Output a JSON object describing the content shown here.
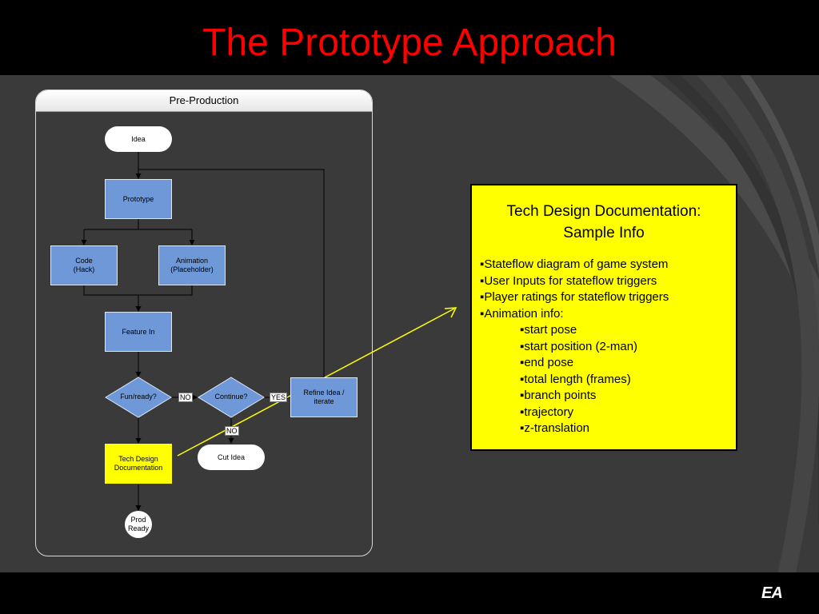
{
  "slide": {
    "title": "The Prototype Approach",
    "logo": "EA"
  },
  "swimlane": {
    "label": "Pre-Production"
  },
  "nodes": {
    "idea": "Idea",
    "prototype": "Prototype",
    "code": [
      "Code",
      "(Hack)"
    ],
    "animation": [
      "Animation",
      "(Placeholder)"
    ],
    "feature_in": "Feature In",
    "fun_ready": "Fun/ready?",
    "continue": "Continue?",
    "refine": [
      "Refine Idea /",
      "iterate"
    ],
    "cut_idea": "Cut Idea",
    "tech_doc": [
      "Tech Design",
      "Documentation"
    ],
    "prod_ready": [
      "Prod",
      "Ready"
    ]
  },
  "edge_labels": {
    "no_1": "NO",
    "yes": "YES",
    "no_2": "NO"
  },
  "info_box": {
    "title_line1": "Tech Design Documentation:",
    "title_line2": "Sample Info",
    "items": [
      "▪Stateflow diagram of game system",
      "▪User Inputs for stateflow triggers",
      "▪Player ratings for stateflow triggers",
      "▪Animation info:"
    ],
    "sub_items": [
      "▪start pose",
      "▪start position (2-man)",
      "▪end pose",
      "▪total length (frames)",
      "▪branch points",
      "▪trajectory",
      "▪z-translation"
    ]
  },
  "colors": {
    "title": "#ff0000",
    "process": "#6f98d8",
    "document": "#ffff00",
    "background": "#3a3a3a",
    "connector": "#ffff00"
  }
}
